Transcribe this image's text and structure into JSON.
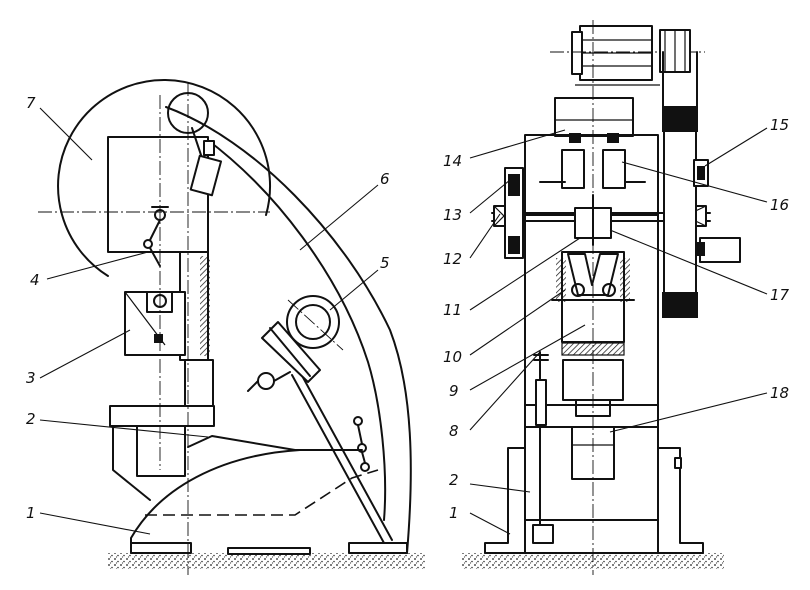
{
  "callouts": {
    "left_view": [
      "1",
      "2",
      "3",
      "4",
      "5",
      "6",
      "7"
    ],
    "right_view": [
      "1",
      "2",
      "8",
      "9",
      "10",
      "11",
      "12",
      "13",
      "14",
      "15",
      "16",
      "17",
      "18"
    ]
  },
  "colors": {
    "ink": "#111111",
    "background": "#ffffff"
  }
}
